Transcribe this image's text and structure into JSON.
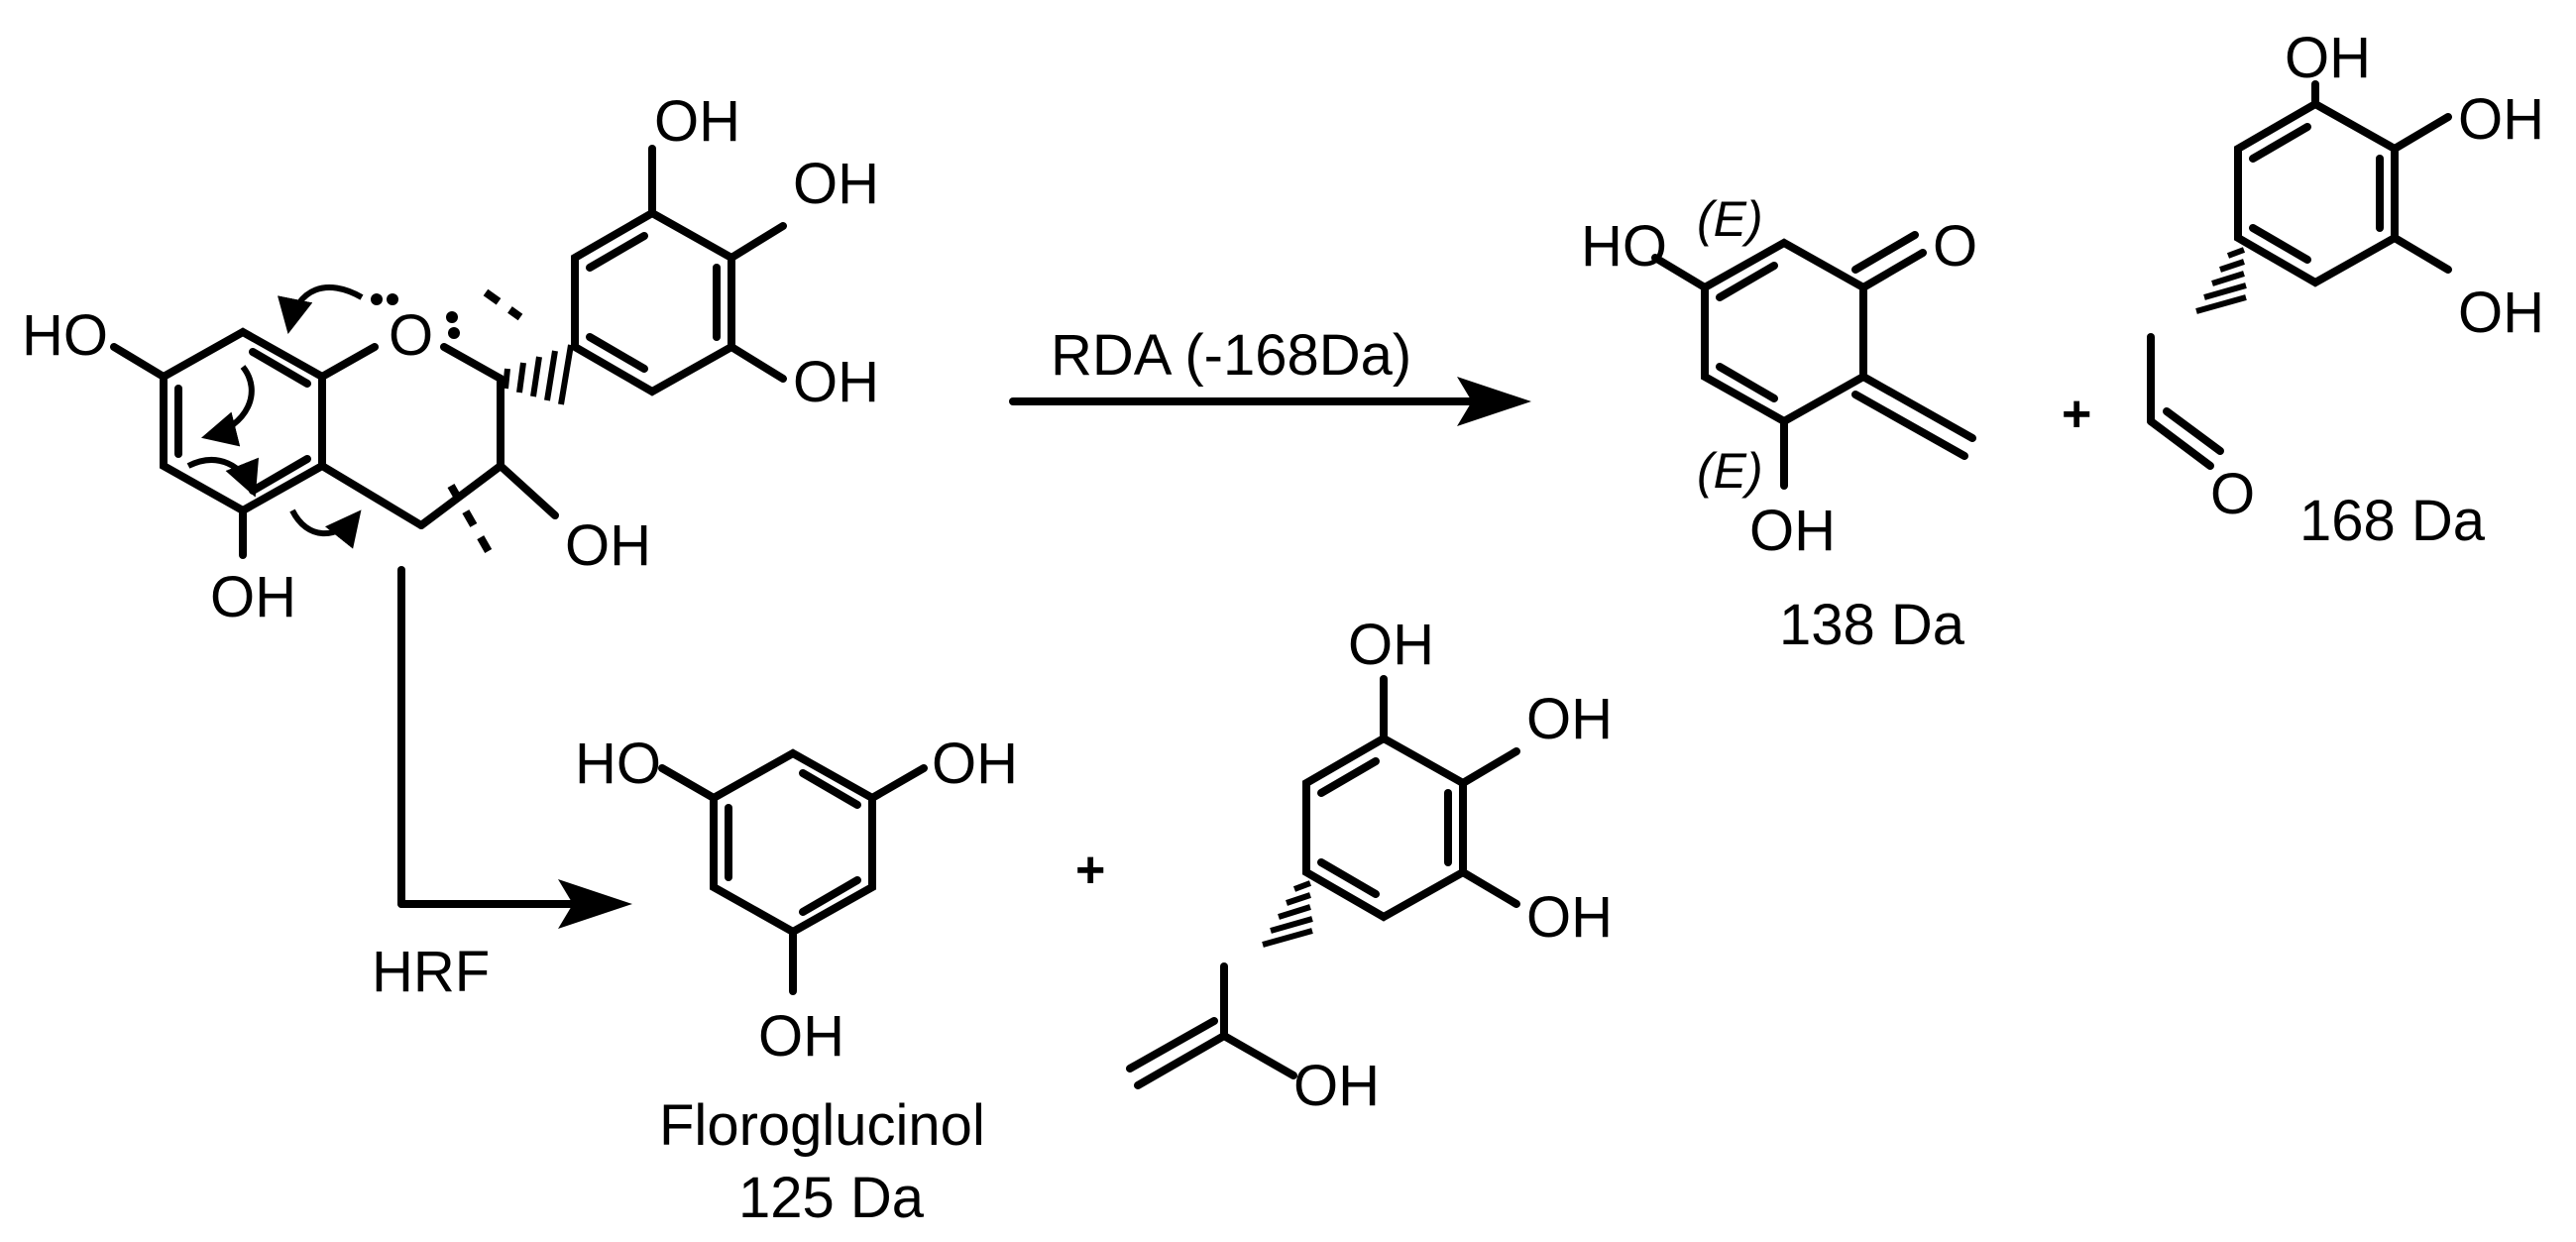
{
  "title": "",
  "labels": {
    "oh": "OH",
    "ho": "HO",
    "o": "O",
    "e": "(E)",
    "plus": "+"
  },
  "reactions": {
    "rda": "RDA (-168Da)",
    "hrf": "HRF"
  },
  "products": {
    "quinone_mass": "138 Da",
    "aldehyde_mass": "168 Da",
    "phloroglucinol_name": "Floroglucinol",
    "phloroglucinol_mass": "125 Da"
  }
}
